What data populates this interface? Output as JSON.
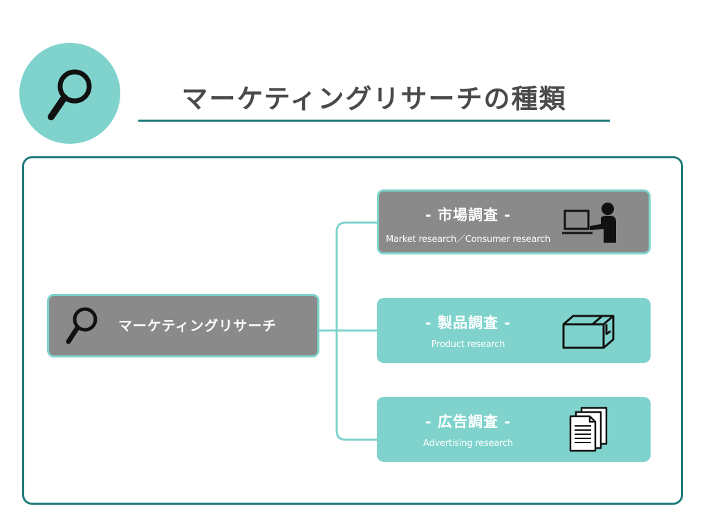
{
  "title": "マーケティングリサーチの種類",
  "root": {
    "label": "マーケティングリサーチ"
  },
  "branches": [
    {
      "title": "- 市場調査 -",
      "subtitle": "Market research／Consumer research",
      "icon": "person-at-laptop-icon"
    },
    {
      "title": "- 製品調査 -",
      "subtitle": "Product research",
      "icon": "box-icon"
    },
    {
      "title": "- 広告調査 -",
      "subtitle": "Advertising research",
      "icon": "documents-icon"
    }
  ],
  "colors": {
    "teal": "#7fd3cc",
    "dark_teal": "#1f7a7a",
    "gray": "#8a8a8a",
    "title_text": "#4a4a4a"
  }
}
